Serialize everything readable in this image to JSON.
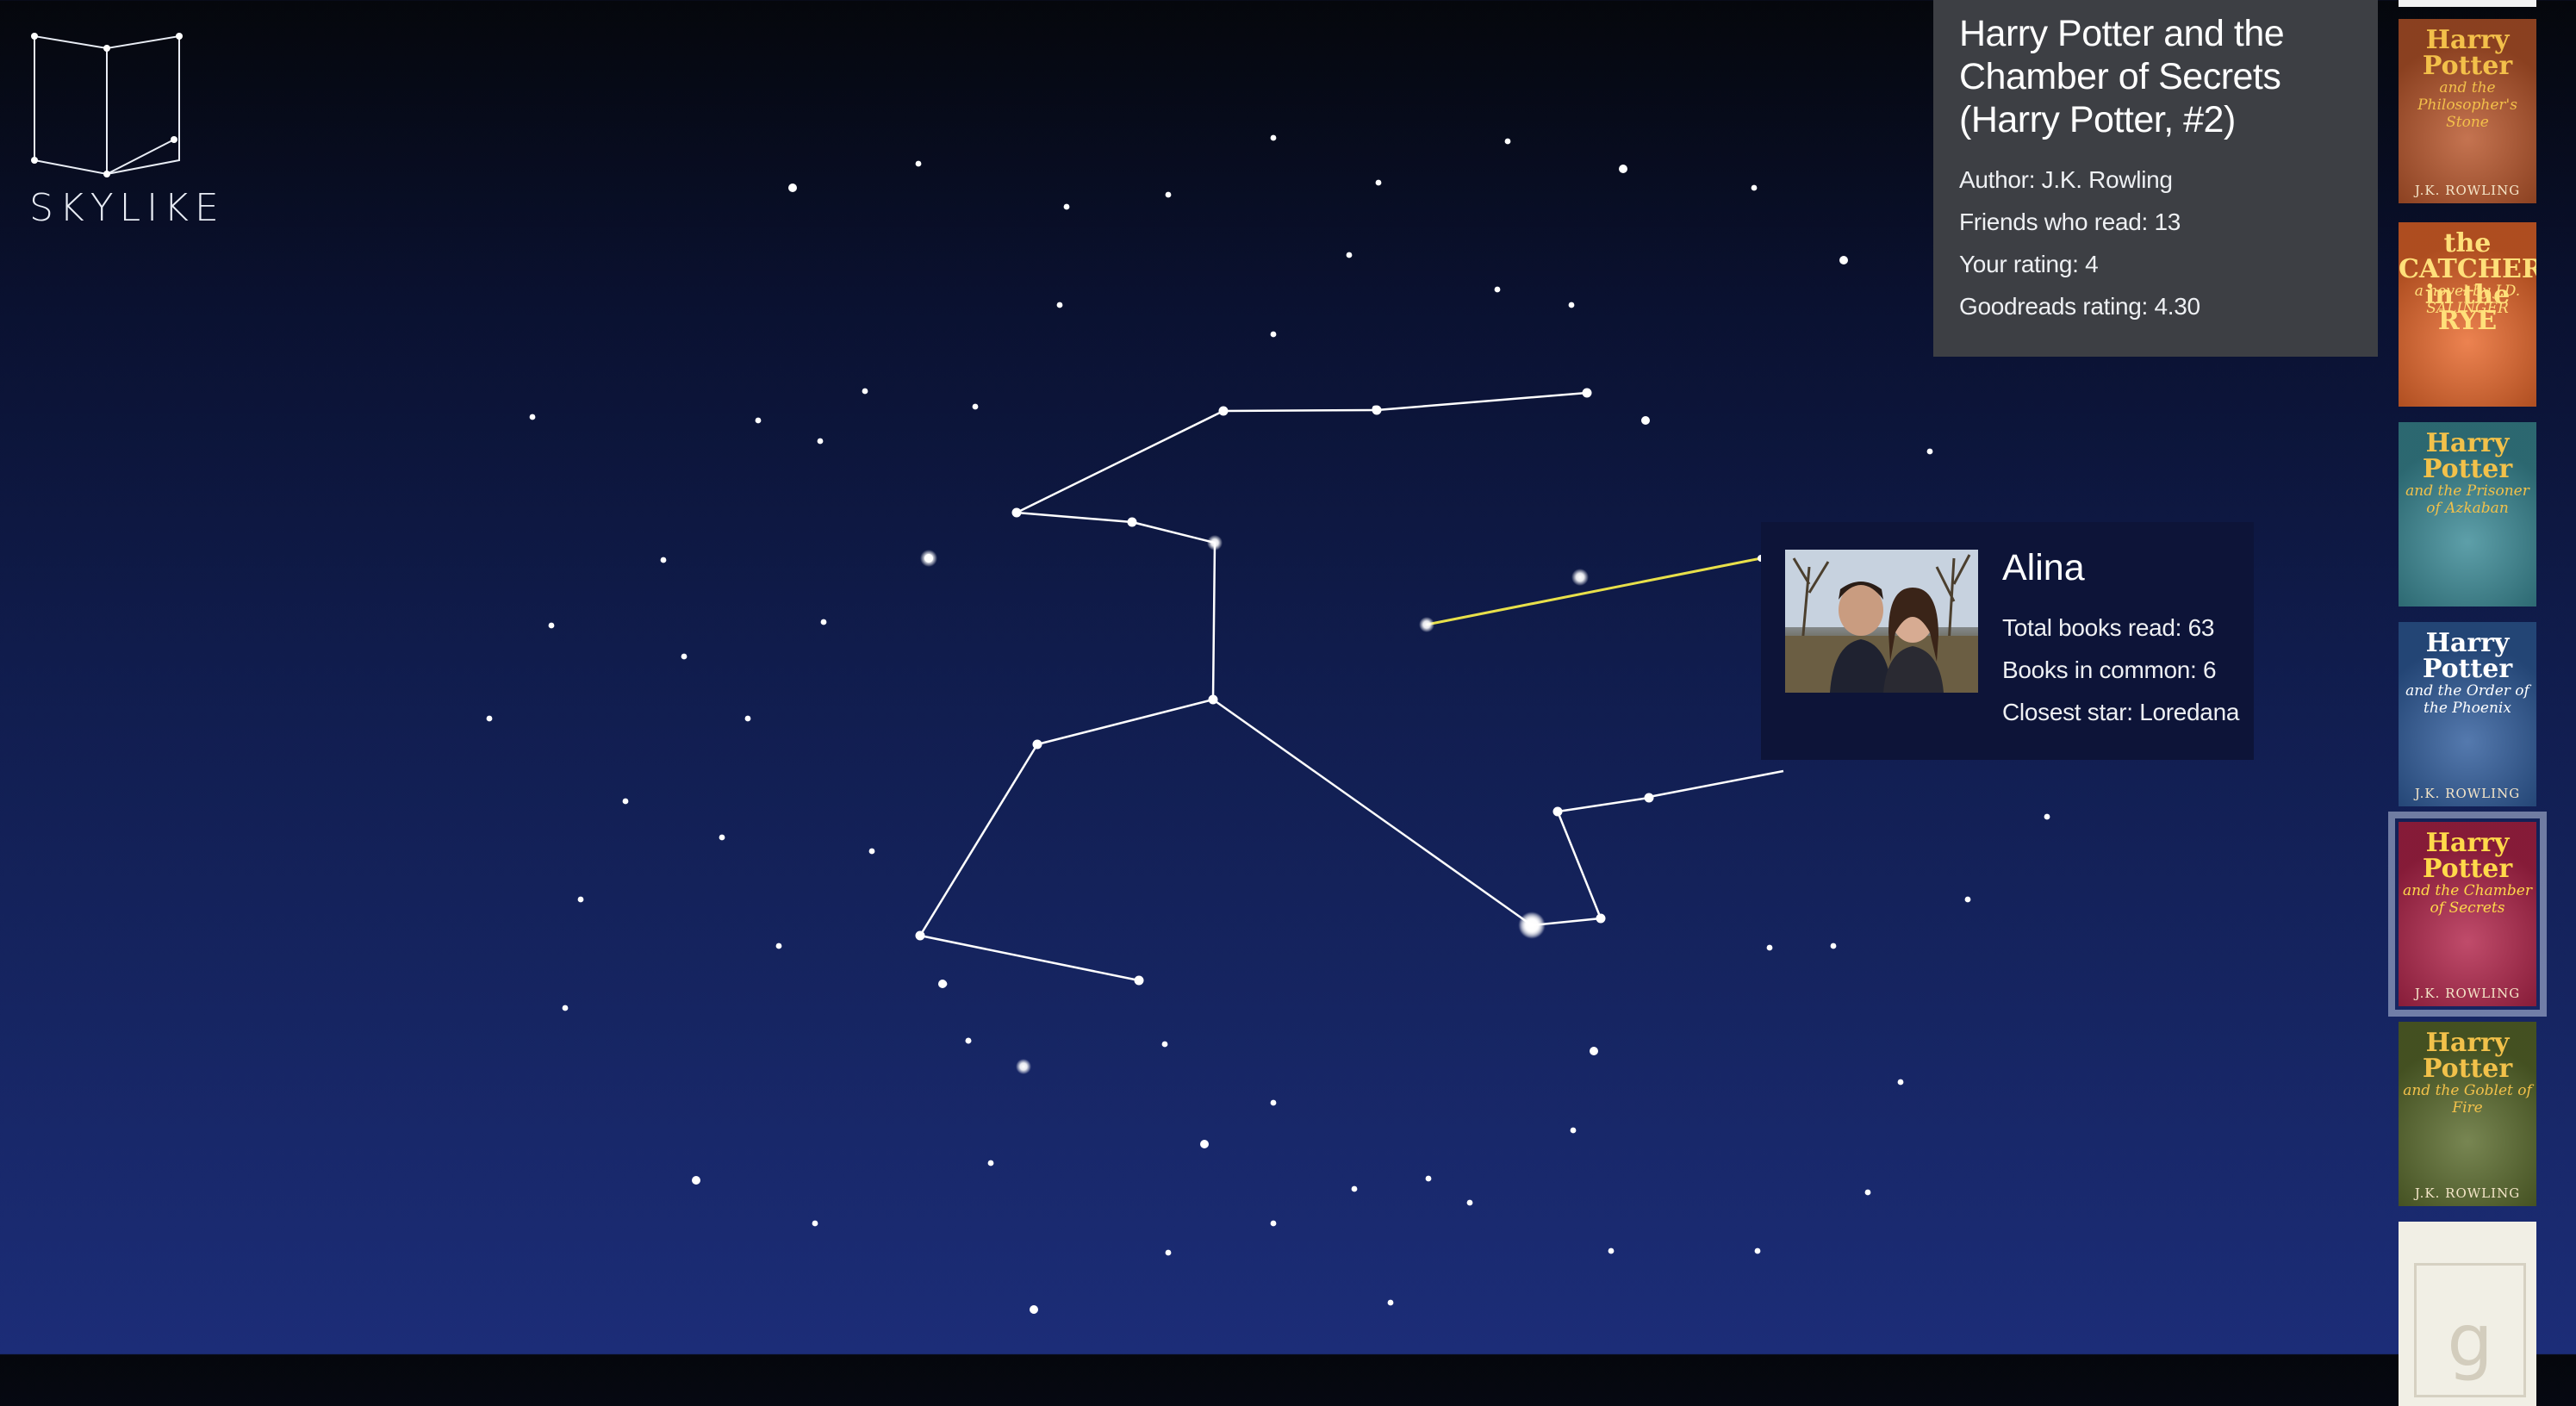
{
  "app": {
    "name": "SKYLIKE"
  },
  "book_info": {
    "title": "Harry Potter and the Chamber of Secrets (Harry Potter, #2)",
    "author_label": "Author:",
    "author": "J.K. Rowling",
    "friends_read_label": "Friends who read:",
    "friends_read": "13",
    "your_rating_label": "Your rating:",
    "your_rating": "4",
    "goodreads_rating_label": "Goodreads rating:",
    "goodreads_rating": "4.30"
  },
  "friend_info": {
    "name": "Alina",
    "total_books_label": "Total books read:",
    "total_books": "63",
    "books_common_label": "Books in common:",
    "books_common": "6",
    "closest_star_label": "Closest star:",
    "closest_star": "Loredana"
  },
  "book_strip": [
    {
      "title": "Harry Potter",
      "subtitle": "and the Philosopher's Stone",
      "author": "J.K. ROWLING",
      "bg": "#b8552a",
      "fg": "#f3c04a"
    },
    {
      "title": "the CATCHER in the RYE",
      "subtitle": "a novel by J.D. SALINGER",
      "author": "",
      "bg": "#e8672a",
      "fg": "#ffe07a"
    },
    {
      "title": "Harry Potter",
      "subtitle": "and the Prisoner of Azkaban",
      "author": "",
      "bg": "#3a8a96",
      "fg": "#f2c14a"
    },
    {
      "title": "Harry Potter",
      "subtitle": "and the Order of the Phoenix",
      "author": "J.K. ROWLING",
      "bg": "#2f5c9c",
      "fg": "#ffffff"
    },
    {
      "title": "Harry Potter",
      "subtitle": "and the Chamber of Secrets",
      "author": "J.K. ROWLING",
      "bg": "#b2244a",
      "fg": "#ffd94a",
      "selected": true
    },
    {
      "title": "Harry Potter",
      "subtitle": "and the Goblet of Fire",
      "author": "J.K. ROWLING",
      "bg": "#5a6b2c",
      "fg": "#f2c14a"
    },
    {
      "title": "",
      "subtitle": "",
      "author": "",
      "bg": "#f1efe5",
      "fg": "#d3cdbd",
      "placeholder_letter": "g"
    }
  ],
  "colors": {
    "constellation_line": "#ffffff",
    "friend_link_line": "#e8e04a",
    "panel_book_bg": "#3d3f44",
    "panel_friend_bg": "#0d1438"
  }
}
